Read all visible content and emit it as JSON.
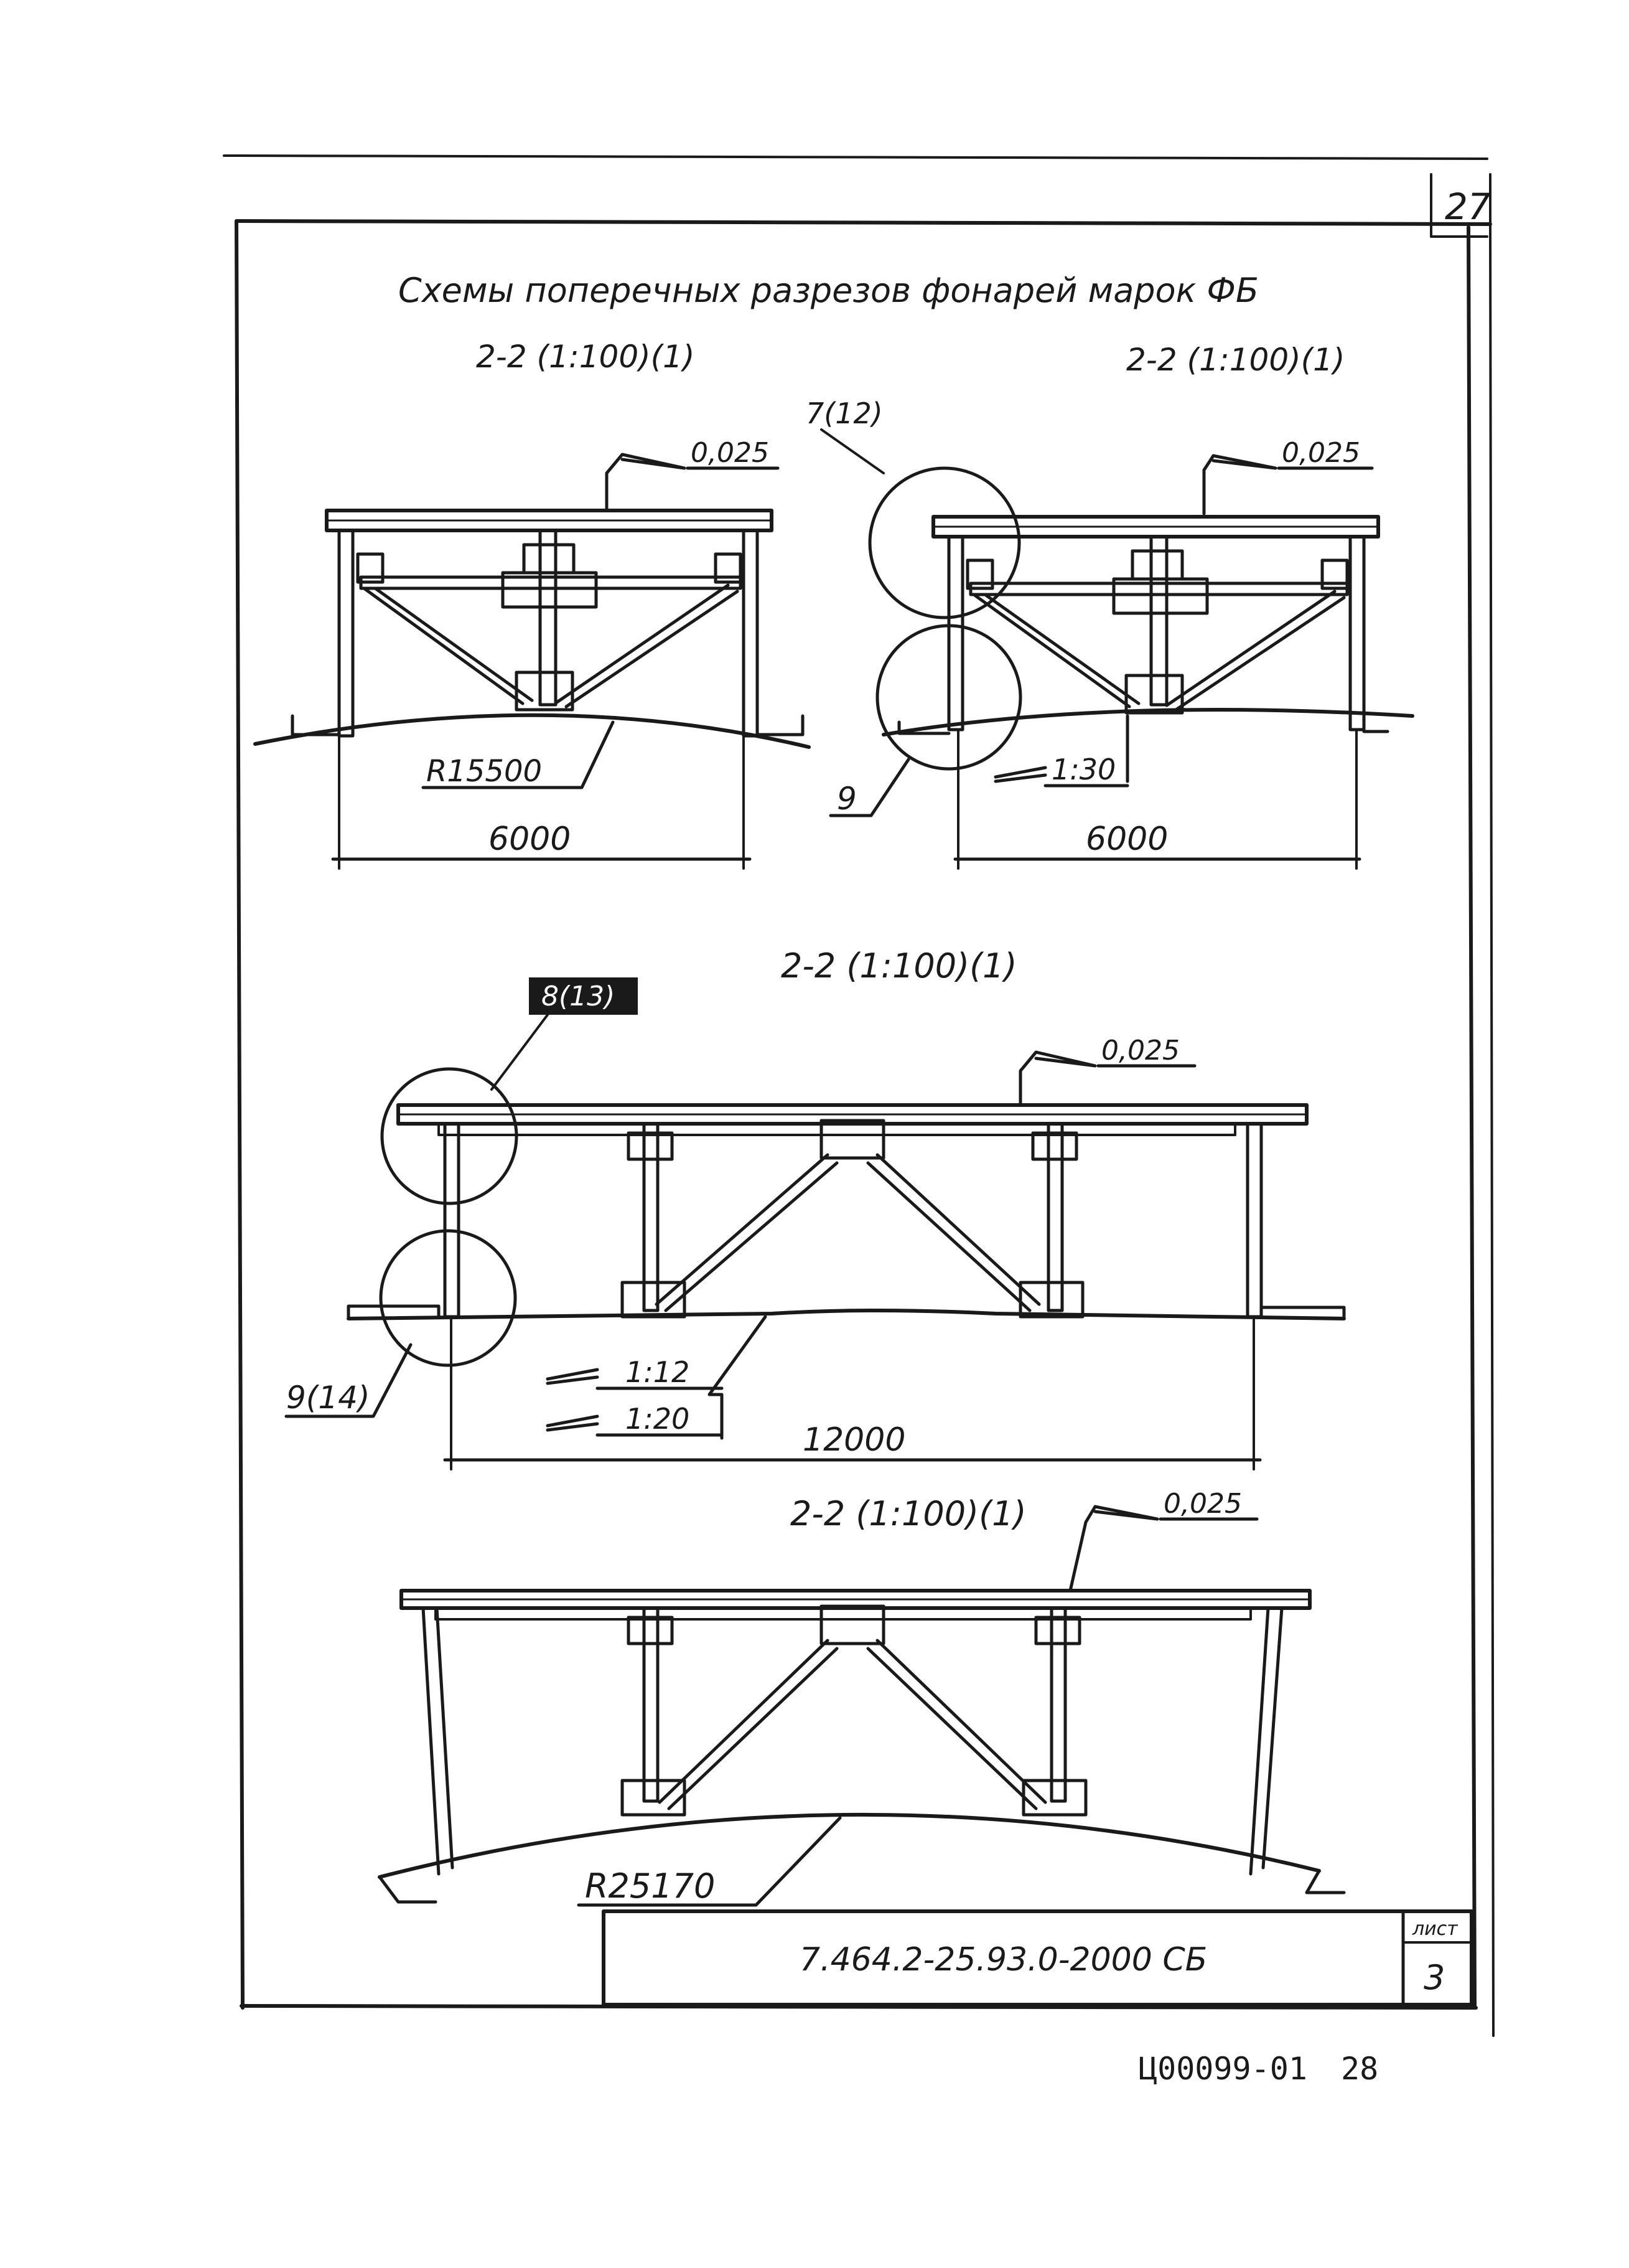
{
  "sheet": {
    "page_number": "27",
    "title": "Схемы поперечных разрезов фонарей марок ФБ",
    "designation": "7.464.2-25.93.0-2000 СБ",
    "sheet_label": "лист",
    "sheet_number": "3",
    "archive_code": "Ц00099-01",
    "archive_page": "28"
  },
  "sections": [
    {
      "heading": "2-2 (1:100)(1)",
      "slope": "0,025",
      "span": "6000",
      "radius": "R15500"
    },
    {
      "heading": "2-2 (1:100)(1)",
      "slope": "0,025",
      "span": "6000",
      "node_top": "7(12)",
      "node_bottom": "9",
      "base_slope": "1:30"
    },
    {
      "heading": "2-2 (1:100)(1)",
      "slope": "0,025",
      "span": "12000",
      "node_top": "8(13)",
      "node_bottom": "9(14)",
      "base_slope_1": "1:12",
      "base_slope_2": "1:20"
    },
    {
      "heading": "2-2 (1:100)(1)",
      "slope": "0,025",
      "radius": "R25170"
    }
  ]
}
